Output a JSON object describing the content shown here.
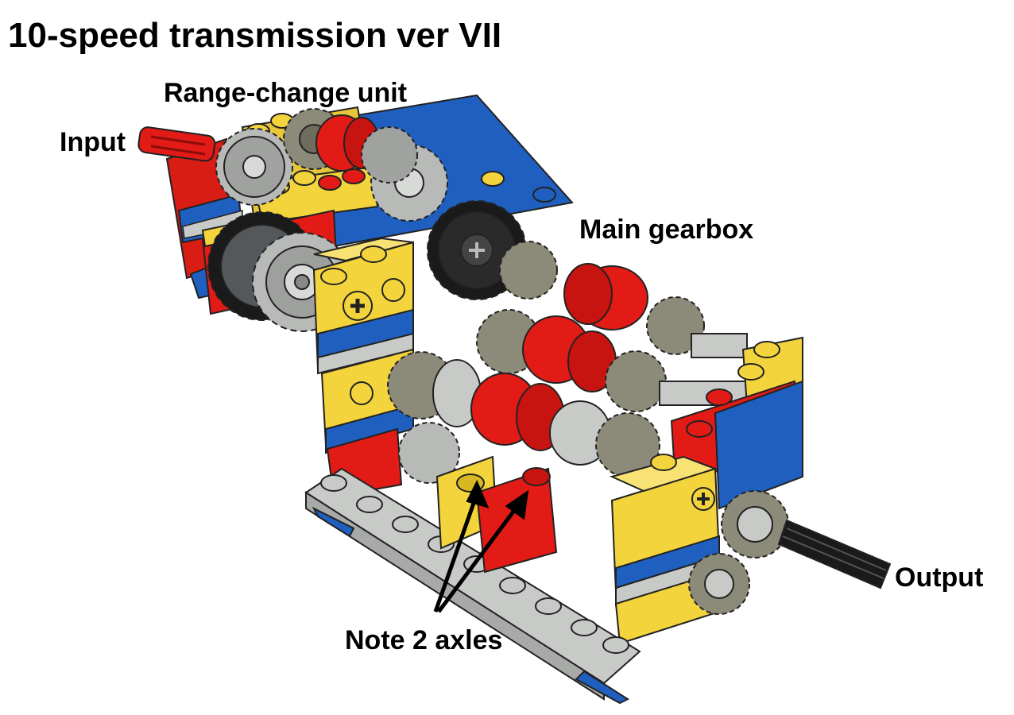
{
  "title": "10-speed transmission ver VII",
  "labels": {
    "range_change": "Range-change unit",
    "input": "Input",
    "main_gearbox": "Main gearbox",
    "output": "Output",
    "note": "Note 2 axles"
  },
  "colors": {
    "red": "#e21b16",
    "yellow": "#f4d43c",
    "blue": "#1058b8",
    "light_gray": "#c8cac8",
    "dark_gray": "#55585a",
    "tan_gray": "#8c8a78",
    "black": "#1a1a1a"
  },
  "icons": [
    "arrow-icon"
  ]
}
